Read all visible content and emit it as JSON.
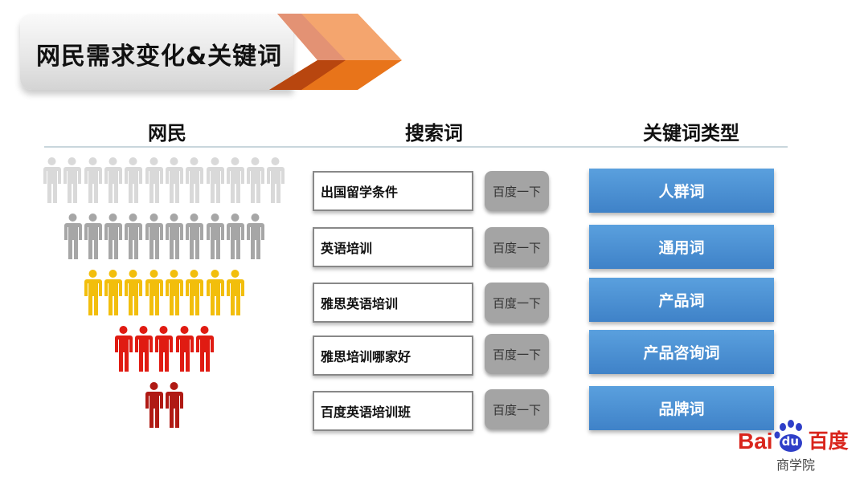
{
  "title": "网民需求变化&关键词",
  "columns": {
    "people": "网民",
    "search": "搜索词",
    "keyword_type": "关键词类型"
  },
  "people_rows": [
    {
      "count": 12,
      "color": "#d9d9d9"
    },
    {
      "count": 10,
      "color": "#a6a6a6"
    },
    {
      "count": 8,
      "color": "#f2be0c"
    },
    {
      "count": 5,
      "color": "#e01b12"
    },
    {
      "count": 2,
      "color": "#b01a14"
    }
  ],
  "rows": [
    {
      "query": "出国留学条件",
      "button": "百度一下",
      "type": "人群词"
    },
    {
      "query": "英语培训",
      "button": "百度一下",
      "type": "通用词"
    },
    {
      "query": "雅思英语培训",
      "button": "百度一下",
      "type": "产品词"
    },
    {
      "query": "雅思培训哪家好",
      "button": "百度一下",
      "type": "产品咨询词"
    },
    {
      "query": "百度英语培训班",
      "button": "百度一下",
      "type": "品牌词"
    }
  ],
  "logo": {
    "brand_latin": "Bai",
    "paw_text": "du",
    "brand_cn": "百度",
    "sub": "商学院"
  }
}
